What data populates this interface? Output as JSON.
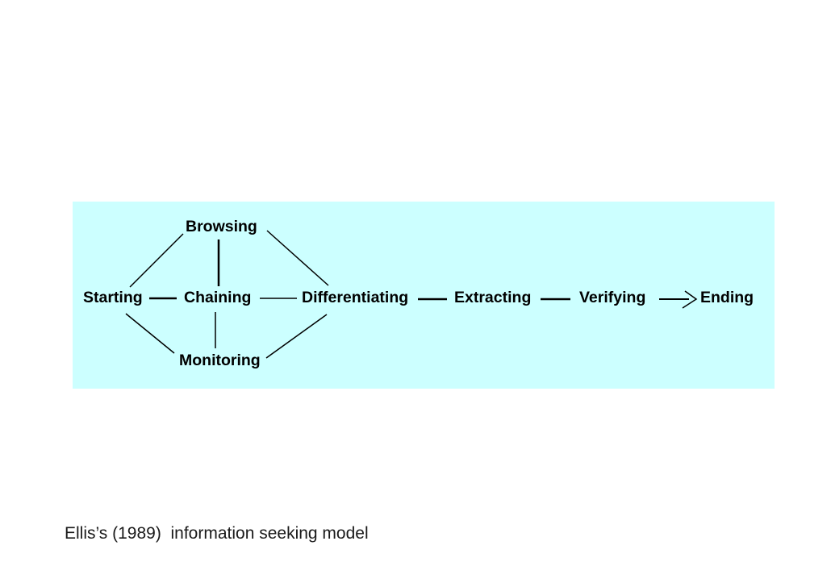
{
  "diagram": {
    "panel_background": "#CCFFFF",
    "line_color": "#000000",
    "text_color": "#000000",
    "nodes": {
      "starting": "Starting",
      "browsing": "Browsing",
      "chaining": "Chaining",
      "monitoring": "Monitoring",
      "differentiating": "Differentiating",
      "extracting": "Extracting",
      "verifying": "Verifying",
      "ending": "Ending"
    },
    "edges": [
      {
        "from": "Starting",
        "to": "Browsing",
        "style": "plain"
      },
      {
        "from": "Starting",
        "to": "Chaining",
        "style": "plain"
      },
      {
        "from": "Starting",
        "to": "Monitoring",
        "style": "plain"
      },
      {
        "from": "Browsing",
        "to": "Chaining",
        "style": "plain"
      },
      {
        "from": "Chaining",
        "to": "Monitoring",
        "style": "plain"
      },
      {
        "from": "Browsing",
        "to": "Differentiating",
        "style": "plain"
      },
      {
        "from": "Chaining",
        "to": "Differentiating",
        "style": "plain"
      },
      {
        "from": "Monitoring",
        "to": "Differentiating",
        "style": "plain"
      },
      {
        "from": "Differentiating",
        "to": "Extracting",
        "style": "plain"
      },
      {
        "from": "Extracting",
        "to": "Verifying",
        "style": "plain"
      },
      {
        "from": "Verifying",
        "to": "Ending",
        "style": "arrow"
      }
    ]
  },
  "caption": "Ellis’s (1989)  information seeking model"
}
